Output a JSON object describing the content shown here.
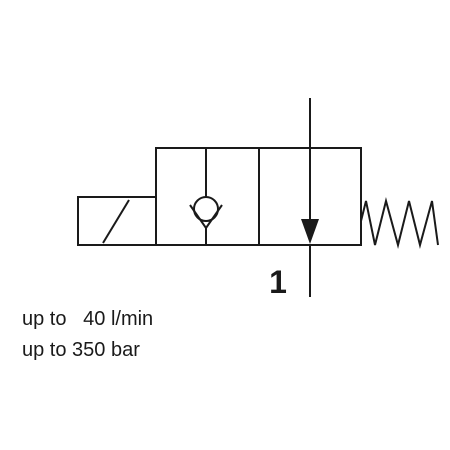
{
  "diagram": {
    "port_label": "1",
    "specs": {
      "flow": "up to   40 l/min",
      "pressure": "up to 350 bar"
    },
    "colors": {
      "line": "#1a1a1a",
      "background": "#ffffff"
    },
    "icons": [
      "solenoid-actuator-icon",
      "check-valve-icon",
      "flow-arrow-icon",
      "return-spring-icon"
    ]
  }
}
